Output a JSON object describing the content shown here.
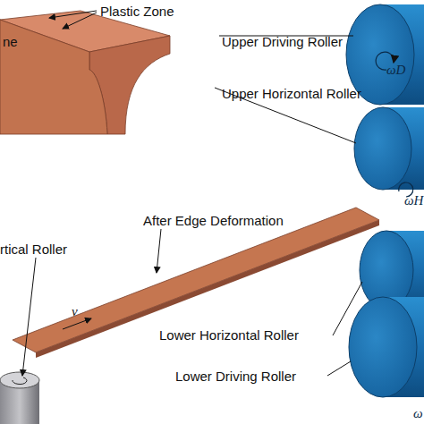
{
  "diagram": {
    "labels": [
      "Plastic Zone",
      "ne",
      "Upper Driving Roller",
      "ωD",
      "Upper Horizontal Roller",
      "ωH",
      "After Edge Deformation",
      "rtical Roller",
      "v",
      "Lower Horizontal Roller",
      "Lower Driving Roller",
      "ω"
    ]
  }
}
